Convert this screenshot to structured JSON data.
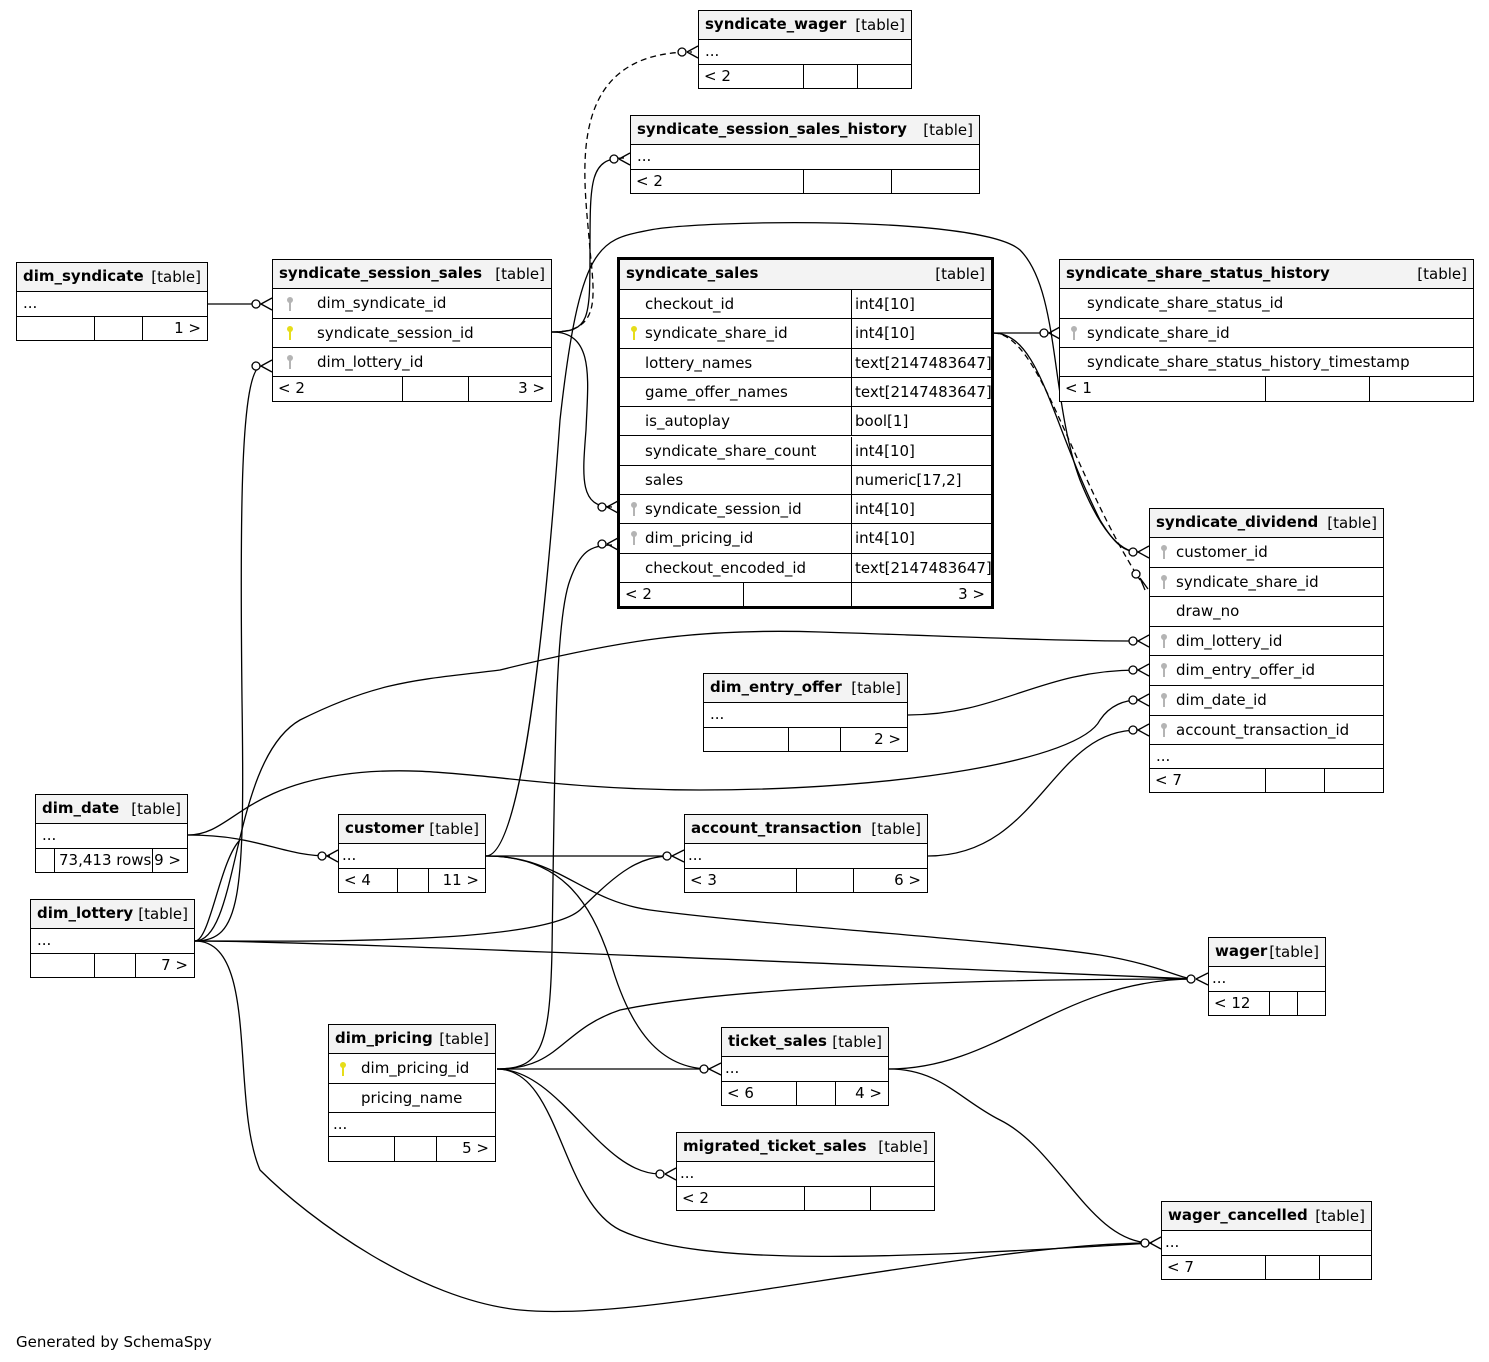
{
  "table_label": "[table]",
  "tables": {
    "dim_syndicate": {
      "name": "dim_syndicate",
      "ellipsis": "...",
      "right": "1 >"
    },
    "syndicate_session_sales": {
      "name": "syndicate_session_sales",
      "columns": [
        {
          "name": "dim_syndicate_id",
          "key": "fk"
        },
        {
          "name": "syndicate_session_id",
          "key": "pk"
        },
        {
          "name": "dim_lottery_id",
          "key": "fk"
        }
      ],
      "left": "< 2",
      "right": "3 >"
    },
    "syndicate_wager": {
      "name": "syndicate_wager",
      "ellipsis": "...",
      "left": "< 2"
    },
    "syndicate_session_sales_history": {
      "name": "syndicate_session_sales_history",
      "ellipsis": "...",
      "left": "< 2"
    },
    "syndicate_sales": {
      "name": "syndicate_sales",
      "columns": [
        {
          "name": "checkout_id",
          "type": "int4[10]",
          "key": ""
        },
        {
          "name": "syndicate_share_id",
          "type": "int4[10]",
          "key": "pk"
        },
        {
          "name": "lottery_names",
          "type": "text[2147483647]",
          "key": ""
        },
        {
          "name": "game_offer_names",
          "type": "text[2147483647]",
          "key": ""
        },
        {
          "name": "is_autoplay",
          "type": "bool[1]",
          "key": ""
        },
        {
          "name": "syndicate_share_count",
          "type": "int4[10]",
          "key": ""
        },
        {
          "name": "sales",
          "type": "numeric[17,2]",
          "key": ""
        },
        {
          "name": "syndicate_session_id",
          "type": "int4[10]",
          "key": "fk"
        },
        {
          "name": "dim_pricing_id",
          "type": "int4[10]",
          "key": "fk"
        },
        {
          "name": "checkout_encoded_id",
          "type": "text[2147483647]",
          "key": ""
        }
      ],
      "left": "< 2",
      "right": "3 >"
    },
    "syndicate_share_status_history": {
      "name": "syndicate_share_status_history",
      "columns": [
        {
          "name": "syndicate_share_status_id",
          "key": ""
        },
        {
          "name": "syndicate_share_id",
          "key": "fk"
        },
        {
          "name": "syndicate_share_status_history_timestamp",
          "key": ""
        }
      ],
      "left": "< 1"
    },
    "syndicate_dividend": {
      "name": "syndicate_dividend",
      "columns": [
        {
          "name": "customer_id",
          "key": "fk"
        },
        {
          "name": "syndicate_share_id",
          "key": "fk"
        },
        {
          "name": "draw_no",
          "key": ""
        },
        {
          "name": "dim_lottery_id",
          "key": "fk"
        },
        {
          "name": "dim_entry_offer_id",
          "key": "fk"
        },
        {
          "name": "dim_date_id",
          "key": "fk"
        },
        {
          "name": "account_transaction_id",
          "key": "fk"
        }
      ],
      "ellipsis": "...",
      "left": "< 7"
    },
    "dim_entry_offer": {
      "name": "dim_entry_offer",
      "ellipsis": "...",
      "right": "2 >"
    },
    "dim_date": {
      "name": "dim_date",
      "ellipsis": "...",
      "rows": "73,413 rows",
      "right": "9 >"
    },
    "dim_lottery": {
      "name": "dim_lottery",
      "ellipsis": "...",
      "right": "7 >"
    },
    "customer": {
      "name": "customer",
      "ellipsis": "...",
      "left": "< 4",
      "right": "11 >"
    },
    "account_transaction": {
      "name": "account_transaction",
      "ellipsis": "...",
      "left": "< 3",
      "right": "6 >"
    },
    "wager": {
      "name": "wager",
      "ellipsis": "...",
      "left": "< 12"
    },
    "dim_pricing": {
      "name": "dim_pricing",
      "columns": [
        {
          "name": "dim_pricing_id",
          "key": "pk"
        },
        {
          "name": "pricing_name",
          "key": ""
        }
      ],
      "ellipsis": "...",
      "right": "5 >"
    },
    "ticket_sales": {
      "name": "ticket_sales",
      "ellipsis": "...",
      "left": "< 6",
      "right": "4 >"
    },
    "migrated_ticket_sales": {
      "name": "migrated_ticket_sales",
      "ellipsis": "...",
      "left": "< 2"
    },
    "wager_cancelled": {
      "name": "wager_cancelled",
      "ellipsis": "...",
      "left": "< 7"
    }
  },
  "colors": {
    "primary_key": "#e6dd1a",
    "foreign_key": "#b4b4b4",
    "header_bg": "#f3f3f3",
    "line": "#000000"
  },
  "footer_credit": "Generated by SchemaSpy"
}
